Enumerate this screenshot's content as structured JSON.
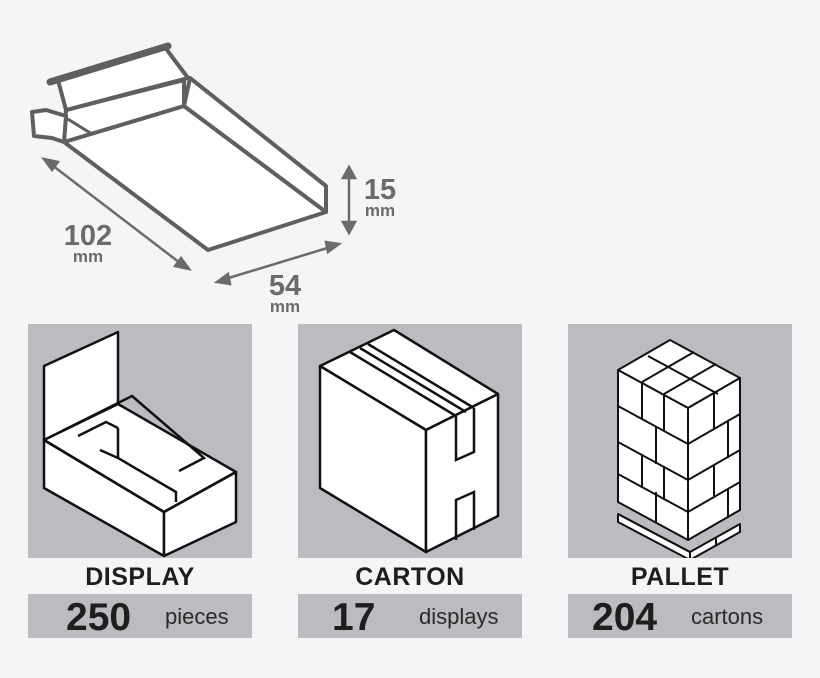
{
  "product": {
    "dimensions": {
      "length": {
        "value": "102",
        "unit": "mm"
      },
      "width": {
        "value": "54",
        "unit": "mm"
      },
      "height": {
        "value": "15",
        "unit": "mm"
      }
    }
  },
  "packaging": [
    {
      "label": "DISPLAY",
      "quantity": "250",
      "unit": "pieces",
      "icon": "display-box-icon"
    },
    {
      "label": "CARTON",
      "quantity": "17",
      "unit": "displays",
      "icon": "carton-box-icon"
    },
    {
      "label": "PALLET",
      "quantity": "204",
      "unit": "cartons",
      "icon": "pallet-icon"
    }
  ],
  "colors": {
    "background": "#f5f5f5",
    "panel": "#bbbcbf",
    "outline": "#5f5f5f",
    "text": "#1e1e1e"
  }
}
